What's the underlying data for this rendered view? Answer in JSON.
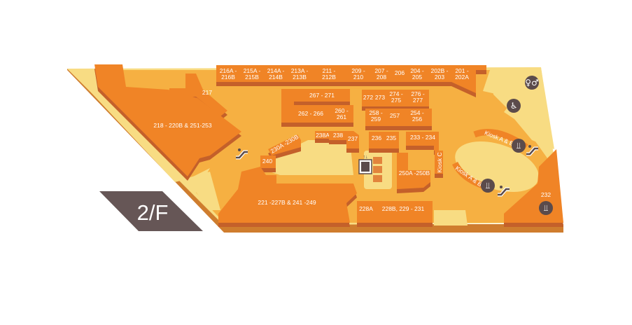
{
  "floor_label": "2/F",
  "colors": {
    "floor": "#f8dc83",
    "corridor": "#f6b042",
    "store": "#f08426",
    "store_side": "#c4602a",
    "slab": "#cf7d2e",
    "icon": "#5b4b4b",
    "badge": "#665656"
  },
  "stores": {
    "s216": [
      "216A -",
      "216B"
    ],
    "s215": [
      "215A -",
      "215B"
    ],
    "s214": [
      "214A -",
      "214B"
    ],
    "s213": [
      "213A -",
      "213B"
    ],
    "s211": [
      "211 -",
      "212B"
    ],
    "s209": [
      "209 -",
      "210"
    ],
    "s207": [
      "207 -",
      "208"
    ],
    "s206": [
      "206"
    ],
    "s204": [
      "204 -",
      "205"
    ],
    "s202": [
      "202B -",
      "203"
    ],
    "s201": [
      "201 -",
      "202A"
    ],
    "s217": [
      "217"
    ],
    "s218": [
      "218 - 220B  &  251-253"
    ],
    "s267": [
      "267 - 271"
    ],
    "s262": [
      "262 - 266"
    ],
    "s260": [
      "260 -",
      "261"
    ],
    "s272": [
      "272"
    ],
    "s273": [
      "273"
    ],
    "s274": [
      "274 -",
      "275"
    ],
    "s276": [
      "276 -",
      "277"
    ],
    "s258": [
      "258 -",
      "259"
    ],
    "s257": [
      "257"
    ],
    "s254": [
      "254 -",
      "256"
    ],
    "s238A": [
      "238A"
    ],
    "s238": [
      "238"
    ],
    "s237": [
      "237"
    ],
    "s236": [
      "236"
    ],
    "s235": [
      "235"
    ],
    "s233": [
      "233 - 234"
    ],
    "s230": [
      "230A -230B"
    ],
    "s240": [
      "240"
    ],
    "sKioskC": [
      "Kiosk C"
    ],
    "s250": [
      "250A -250B"
    ],
    "s221": [
      "221 -227B  &  241 -249"
    ],
    "s228A": [
      "228A"
    ],
    "s228B": [
      "228B, 229 - 231"
    ],
    "s232": [
      "232"
    ],
    "kiosk_ab_upper": [
      "Kiosk A & B"
    ],
    "kiosk_ab_lower": [
      "Kiosk A & B"
    ]
  },
  "icons": [
    "restroom-icon",
    "wheelchair-icon",
    "restaurant-icon",
    "escalator-icon",
    "elevator-icon"
  ]
}
